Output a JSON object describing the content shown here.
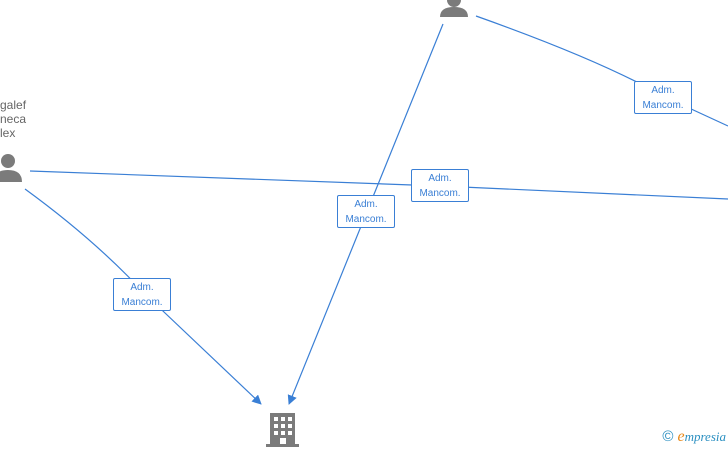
{
  "diagram": {
    "colors": {
      "edge": "#3a7fd5",
      "node_icon": "#7b7b7b",
      "label_text": "#666666"
    },
    "nodes": [
      {
        "id": "person_top",
        "icon": "person-icon",
        "label_lines": []
      },
      {
        "id": "person_left",
        "icon": "person-icon",
        "label_lines": [
          "galef",
          "neca",
          "lex"
        ]
      },
      {
        "id": "company",
        "icon": "building-icon",
        "label_lines": []
      }
    ],
    "relations": [
      {
        "from": "person_left",
        "to": "company",
        "label_line1": "Adm.",
        "label_line2": "Mancom."
      },
      {
        "from": "person_top",
        "to": "company",
        "label_line1": "Adm.",
        "label_line2": "Mancom."
      },
      {
        "from": "person_left",
        "to": "offscreen_right",
        "label_line1": "Adm.",
        "label_line2": "Mancom."
      },
      {
        "from": "person_top",
        "to": "offscreen_right",
        "label_line1": "Adm.",
        "label_line2": "Mancom."
      }
    ]
  },
  "watermark": {
    "copyright": "©",
    "brand_initial": "e",
    "brand_rest": "mpresia"
  }
}
